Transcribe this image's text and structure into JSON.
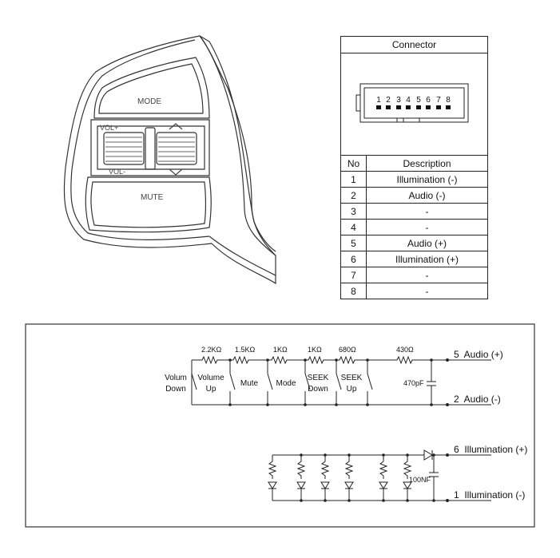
{
  "switch_panel": {
    "mode_label": "MODE",
    "vol_plus_label": "VOL+",
    "vol_minus_label": "VOL-",
    "mute_label": "MUTE"
  },
  "connector": {
    "title": "Connector",
    "pins": [
      "1",
      "2",
      "3",
      "4",
      "5",
      "6",
      "7",
      "8"
    ],
    "col_no": "No",
    "col_desc": "Description",
    "rows": [
      {
        "no": "1",
        "desc": "Illumination (-)"
      },
      {
        "no": "2",
        "desc": "Audio (-)"
      },
      {
        "no": "3",
        "desc": "-"
      },
      {
        "no": "4",
        "desc": "-"
      },
      {
        "no": "5",
        "desc": "Audio (+)"
      },
      {
        "no": "6",
        "desc": "Illumination (+)"
      },
      {
        "no": "7",
        "desc": "-"
      },
      {
        "no": "8",
        "desc": "-"
      }
    ]
  },
  "circuit": {
    "resistors": [
      "2.2KΩ",
      "1.5KΩ",
      "1KΩ",
      "1KΩ",
      "680Ω",
      "430Ω"
    ],
    "switches": [
      {
        "line1": "Volum",
        "line2": "Down"
      },
      {
        "line1": "Volume",
        "line2": "Up"
      },
      {
        "line1": "Mute",
        "line2": ""
      },
      {
        "line1": "Mode",
        "line2": ""
      },
      {
        "line1": "SEEK",
        "line2": "Down"
      },
      {
        "line1": "SEEK",
        "line2": "Up"
      }
    ],
    "capacitor_audio": "470pF",
    "capacitor_illum": "100NF",
    "terminals": {
      "audio_plus": "5  Audio (+)",
      "audio_minus": "2  Audio (-)",
      "illum_plus": "6  Illumination (+)",
      "illum_minus": "1  Illumination (-)"
    }
  }
}
